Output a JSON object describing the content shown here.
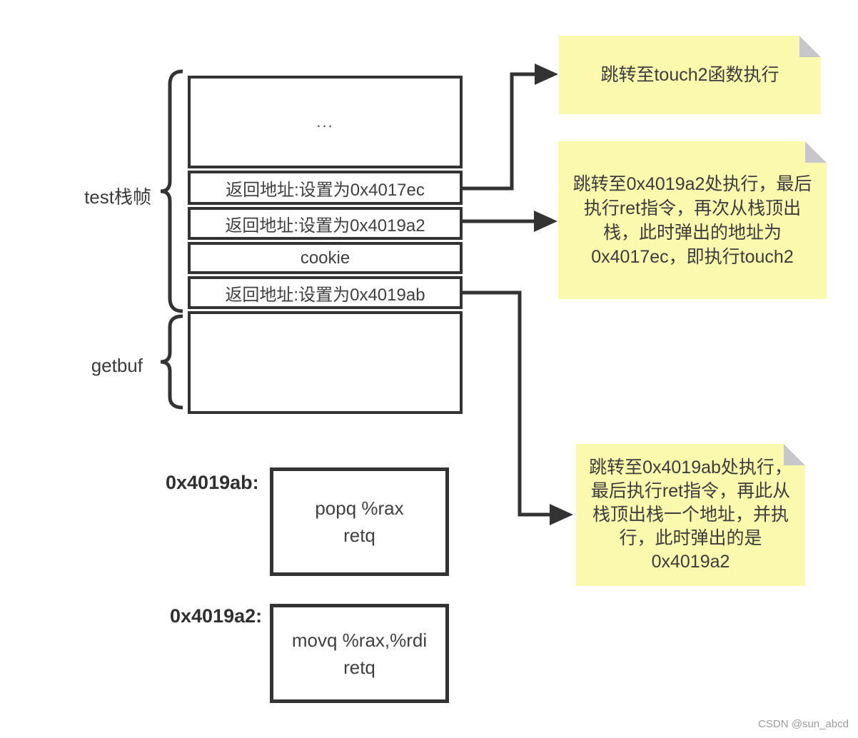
{
  "diagram": {
    "stack": {
      "frame_labels": [
        {
          "label": "test栈帧"
        },
        {
          "label": "getbuf"
        }
      ],
      "rows": [
        {
          "text": "..."
        },
        {
          "text": "返回地址:设置为0x4017ec"
        },
        {
          "text": "返回地址:设置为0x4019a2"
        },
        {
          "text": "cookie"
        },
        {
          "text": "返回地址:设置为0x4019ab"
        },
        {
          "text": ""
        }
      ]
    },
    "gadgets": [
      {
        "address_label": "0x4019ab:",
        "lines": [
          "popq %rax",
          "retq"
        ]
      },
      {
        "address_label": "0x4019a2:",
        "lines": [
          "movq %rax,%rdi",
          "retq"
        ]
      }
    ],
    "notes": [
      {
        "text": "跳转至touch2函数执行"
      },
      {
        "text": "跳转至0x4019a2处执行，最后执行ret指令，再次从栈顶出栈，此时弹出的地址为0x4017ec，即执行touch2"
      },
      {
        "text": "跳转至0x4019ab处执行，最后执行ret指令，再此从栈顶出栈一个地址，并执行，此时弹出的是0x4019a2"
      }
    ],
    "colors": {
      "note_bg": "#FBF9AD",
      "note_fold": "#C7C7CB",
      "line": "#333333",
      "text": "#3F3F3F"
    },
    "watermark": "CSDN @sun_abcd"
  }
}
